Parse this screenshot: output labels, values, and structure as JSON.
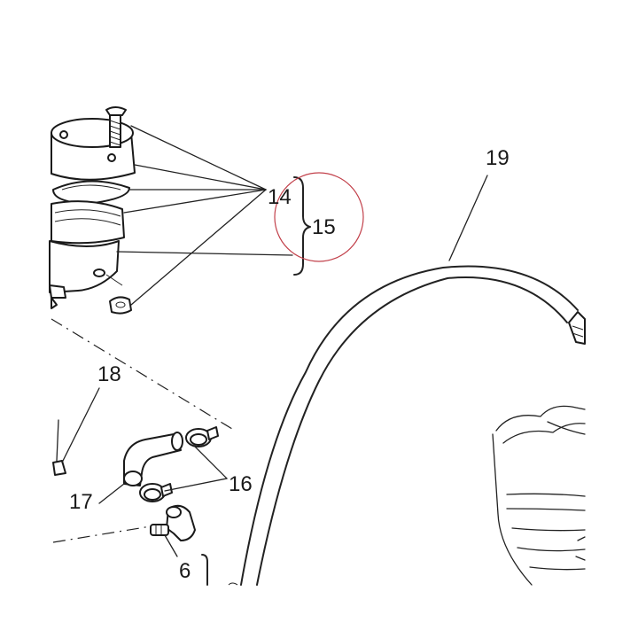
{
  "labels": {
    "l14": "14",
    "l15": "15",
    "l16": "16",
    "l17": "17",
    "l18": "18",
    "l19": "19",
    "l6": "6"
  },
  "colors": {
    "line": "#222222",
    "highlight_circle": "#c2414b",
    "background": "#ffffff"
  }
}
